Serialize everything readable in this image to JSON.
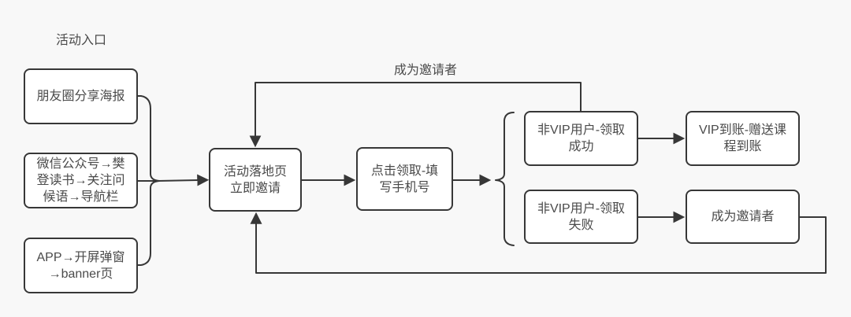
{
  "diagram": {
    "section_label": "活动入口",
    "nodes": {
      "poster": "朋友圈分享海报",
      "wechat_path": "微信公众号→樊\n登读书→关注问\n候语→导航栏",
      "app_path": "APP→开屏弹窗\n→banner页",
      "landing": "活动落地页\n立即邀请",
      "claim": "点击领取-填\n写手机号",
      "claim_success": "非VIP用户-领取\n成功",
      "vip_arrival": "VIP到账-赠送课\n程到账",
      "claim_fail": "非VIP用户-领取\n失败",
      "become_inviter": "成为邀请者"
    },
    "edge_labels": {
      "become_inviter": "成为邀请者"
    },
    "colors": {
      "background": "#f8f8f8",
      "node_fill": "#ffffff",
      "stroke": "#373737",
      "text": "#4a4a4a"
    }
  }
}
